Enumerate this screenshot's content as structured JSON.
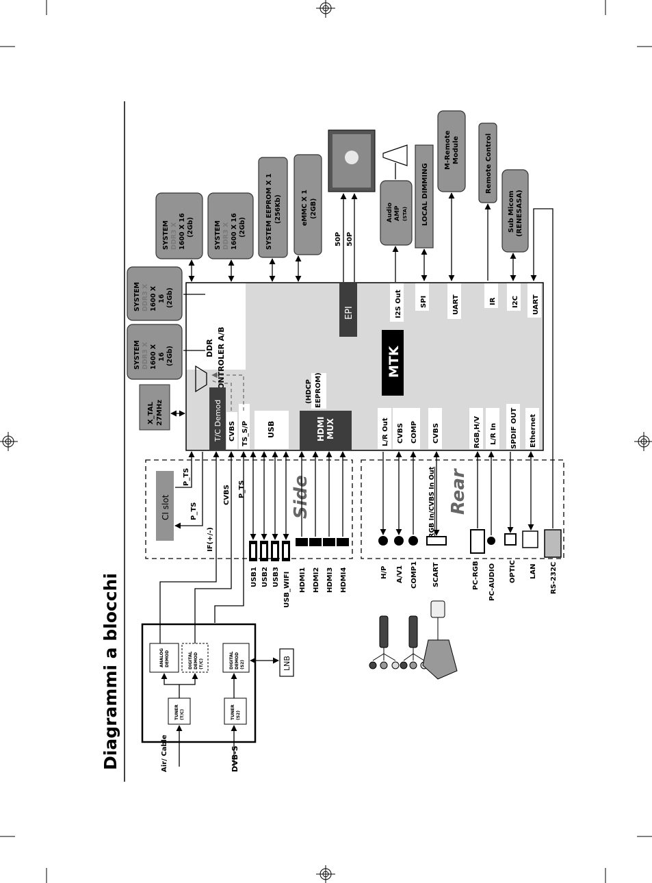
{
  "title": "Diagrammi a blocchi",
  "inputs": {
    "air_cable": "Air/ Cable",
    "dvb_s": "DVB-S"
  },
  "tuner_box": {
    "tuner_tc": [
      "TUNER",
      "(T/C)"
    ],
    "tuner_s2": [
      "TUNER",
      "(S2)"
    ],
    "analog_demod": [
      "ANALOG",
      "DEMOD"
    ],
    "digital_demod_tc": [
      "DIGITAL",
      "DEMOD",
      "(T/C)"
    ],
    "digital_demod_s2": [
      "DIGITAL",
      "DEMOD",
      "(S2)"
    ],
    "lnb": "LNB"
  },
  "memory": {
    "ddr_a": [
      "SYSTEM",
      "DDR3 X",
      "1600 X",
      "16",
      "(2Gb)"
    ],
    "ddr_b": [
      "SYSTEM",
      "DDR3 X",
      "1600 X",
      "16",
      "(2Gb)"
    ],
    "ddr_c": [
      "SYSTEM",
      "DDR3 X",
      "1600 X 16",
      "(2Gb)"
    ],
    "ddr_d": [
      "SYSTEM",
      "DDR3 X",
      "1600 X 16",
      "(2Gb)"
    ],
    "eeprom": [
      "SYSTEM EEPROM X 1",
      "(256Kb)"
    ],
    "emmc": [
      "eMMC X 1",
      "(2GB)"
    ],
    "xtal": [
      "X_TAL",
      "27MHz"
    ]
  },
  "soc": {
    "name": "MTK",
    "ddr_controller": [
      "DDR",
      "CONTROLER A/B"
    ],
    "tc_demod": "T/C  Demod",
    "hdmi_mux": [
      "HDMI",
      "MUX"
    ],
    "hdcp": [
      "(HDCP",
      "EEPROM)"
    ],
    "epi": "EPI",
    "left_labels": [
      "CVBS",
      "TS_S/P",
      "USB"
    ],
    "right_top_labels": [
      "I2S Out",
      "SPI",
      "UART",
      "IR",
      "I2C",
      "UART"
    ],
    "right_bottom_labels": [
      "L/R Out",
      "CVBS",
      "COMP",
      "CVBS",
      "RGB,H/V",
      "L/R In",
      "SPDIF OUT",
      "Ethernet"
    ]
  },
  "right_blocks": {
    "panel_link": [
      "50P",
      "50P"
    ],
    "audio_amp": [
      "Audio",
      "AMP",
      "(STA)"
    ],
    "local_dimming": "LOCAL  DIMMING",
    "m_remote": [
      "M-Remote",
      "Module"
    ],
    "remote_control": "Remote Control",
    "sub_micom": [
      "Sub Micom",
      "(RENESASA)"
    ]
  },
  "side": {
    "title": "Side",
    "ci_slot": "CI slot",
    "p_ts_top": "P_TS",
    "p_ts_bottom": "P_TS",
    "cvbs": "CVBS",
    "p_ts_mid": "P_TS",
    "if": "IF(+/-)",
    "usb_ports": [
      "USB1",
      "USB2",
      "USB3",
      "USB_WIFI"
    ],
    "hdmi_ports": [
      "HDMI1",
      "HDMI2",
      "HDMI3",
      "HDMI4"
    ]
  },
  "rear": {
    "title": "Rear",
    "rgb_cvbs": "RGB In/CVBS In Out",
    "ports": [
      "H/P",
      "A/V1",
      "COMP1",
      "SCART",
      "PC-RGB",
      "PC-AUDIO",
      "OPTIC",
      "LAN",
      "RS-232C"
    ]
  },
  "colors": {
    "box_gray": "#939393",
    "dark_gray": "#3d3d3d",
    "soc_fill": "#d9d9d9",
    "ddr3_text": "#7a7a7a"
  }
}
